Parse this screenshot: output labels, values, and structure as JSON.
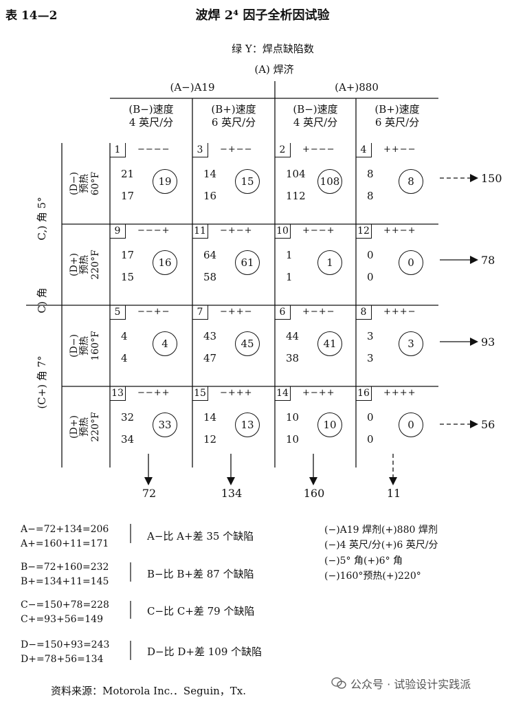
{
  "header": {
    "table_number": "表 14—2",
    "title": "波焊 2⁴ 因子全析因试验",
    "subtitle": "绿 Y：焊点缺陷数"
  },
  "factorA": {
    "label": "(A) 焊济",
    "minus": "(A−)A19",
    "plus": "(A+)880"
  },
  "speed": {
    "minus_line1": "(B−)速度",
    "minus_line2": "4 英尺/分",
    "plus_line1": "(B+)速度",
    "plus_line2": "6 英尺/分"
  },
  "factorC": {
    "minus": "C,) 角 5°",
    "mid": "C) 角",
    "plus": "(C+) 角 7°"
  },
  "rows": [
    {
      "label1": "(D−)",
      "label2": "预热",
      "label3": "60°F",
      "total": "150",
      "cells": [
        {
          "id": "1",
          "code": "−−−−",
          "v1": "21",
          "v2": "17",
          "sum": "19"
        },
        {
          "id": "3",
          "code": "−+−−",
          "v1": "14",
          "v2": "16",
          "sum": "15"
        },
        {
          "id": "2",
          "code": "+−−−",
          "v1": "104",
          "v2": "112",
          "sum": "108"
        },
        {
          "id": "4",
          "code": "++−−",
          "v1": "8",
          "v2": "8",
          "sum": "8"
        }
      ]
    },
    {
      "label1": "(D+)",
      "label2": "预热",
      "label3": "220°F",
      "total": "78",
      "cells": [
        {
          "id": "9",
          "code": "−−−+",
          "v1": "17",
          "v2": "15",
          "sum": "16"
        },
        {
          "id": "11",
          "code": "−+−+",
          "v1": "64",
          "v2": "58",
          "sum": "61"
        },
        {
          "id": "10",
          "code": "+−−+",
          "v1": "1",
          "v2": "1",
          "sum": "1"
        },
        {
          "id": "12",
          "code": "++−+",
          "v1": "0",
          "v2": "0",
          "sum": "0"
        }
      ]
    },
    {
      "label1": "(D−)",
      "label2": "预热",
      "label3": "160°F",
      "total": "93",
      "cells": [
        {
          "id": "5",
          "code": "−−+−",
          "v1": "4",
          "v2": "4",
          "sum": "4"
        },
        {
          "id": "7",
          "code": "−++−",
          "v1": "43",
          "v2": "47",
          "sum": "45"
        },
        {
          "id": "6",
          "code": "+−+−",
          "v1": "44",
          "v2": "38",
          "sum": "41"
        },
        {
          "id": "8",
          "code": "+++−",
          "v1": "3",
          "v2": "3",
          "sum": "3"
        }
      ]
    },
    {
      "label1": "(D+)",
      "label2": "预热",
      "label3": "220°F",
      "total": "56",
      "cells": [
        {
          "id": "13",
          "code": "−−++",
          "v1": "32",
          "v2": "34",
          "sum": "33"
        },
        {
          "id": "15",
          "code": "−+++",
          "v1": "14",
          "v2": "12",
          "sum": "13"
        },
        {
          "id": "14",
          "code": "+−++",
          "v1": "10",
          "v2": "10",
          "sum": "10"
        },
        {
          "id": "16",
          "code": "++++",
          "v1": "0",
          "v2": "0",
          "sum": "0"
        }
      ]
    }
  ],
  "column_totals": [
    "72",
    "134",
    "160",
    "11"
  ],
  "calcs": [
    {
      "line1": "A−=72+134=206",
      "line2": "A+=160+11=171",
      "cmp": "A−比 A+差 35 个缺陷"
    },
    {
      "line1": "B−=72+160=232",
      "line2": "B+=134+11=145",
      "cmp": "B−比 B+差 87 个缺陷"
    },
    {
      "line1": "C−=150+78=228",
      "line2": "C+=93+56=149",
      "cmp": "C−比 C+差 79 个缺陷"
    },
    {
      "line1": "D−=150+93=243",
      "line2": "D+=78+56=134",
      "cmp": "D−比 D+差 109 个缺陷"
    }
  ],
  "legend": [
    "(−)A19 焊剂(+)880 焊剂",
    "(−)4 英尺/分(+)6 英尺/分",
    "(−)5° 角(+)6° 角",
    "(−)160°预热(+)220°"
  ],
  "source": "资料来源：Motorola Inc.．Seguin，Tx.",
  "watermark": "公众号 · 试验设计实践派"
}
